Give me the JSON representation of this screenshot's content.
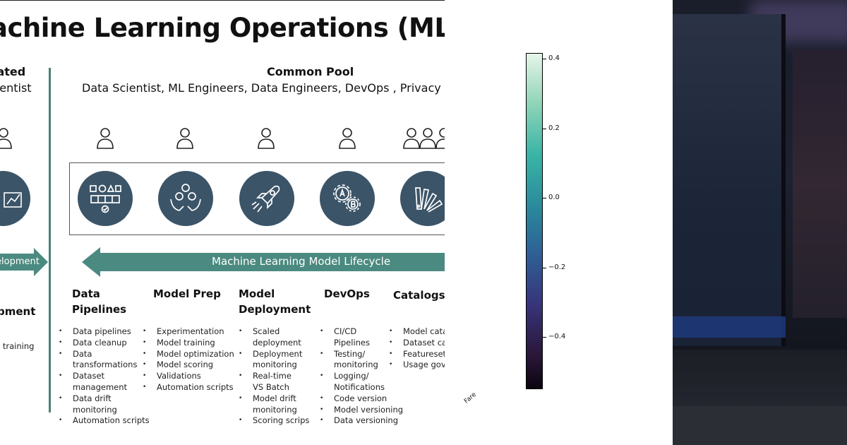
{
  "infographic": {
    "title": "achine Learning Operations (MLOps",
    "dedicated": {
      "line1": "cated",
      "line2": "cientist"
    },
    "common_pool": {
      "heading": "Common Pool",
      "roles": "Data Scientist, ML Engineers, Data Engineers, DevOps , Privacy &"
    },
    "arrows": {
      "left_label": "elopment",
      "main_label": "Machine Learning Model Lifecycle",
      "main_color": "#4b8a80"
    },
    "left_column": {
      "heading": "pment",
      "item": "l training"
    },
    "columns": [
      {
        "heading_line1": "Data",
        "heading_line2": "Pipelines",
        "items": [
          "Data pipelines",
          "Data cleanup",
          "Data",
          "transformations",
          "Dataset",
          "management",
          "Data drift",
          "monitoring",
          "Automation scripts"
        ]
      },
      {
        "heading_line1": "Model Prep",
        "heading_line2": "",
        "items": [
          "Experimentation",
          "Model training",
          "Model optimization",
          "Model scoring",
          "Validations",
          "Automation scripts"
        ]
      },
      {
        "heading_line1": "Model",
        "heading_line2": "Deployment",
        "items": [
          "Scaled",
          "deployment",
          "Deployment",
          "monitoring",
          "Real-time",
          "VS Batch",
          "Model drift",
          "monitoring",
          "Scoring scrips"
        ]
      },
      {
        "heading_line1": "DevOps",
        "heading_line2": "",
        "items": [
          "CI/CD",
          "Pipelines",
          "Testing/",
          "monitoring",
          "Logging/",
          "Notifications",
          "Code version",
          "Model versioning",
          "Data versioning"
        ]
      },
      {
        "heading_line1": "Catalogs",
        "heading_line2": "",
        "items": [
          "Model cata",
          "Dataset cat",
          "Featureset",
          "Usage gove"
        ]
      }
    ],
    "icon_circle_color": "#3b5468",
    "icons": [
      "flowchart-icon",
      "gears-hands-icon",
      "rocket-icon",
      "gear-ab-icon",
      "color-swatches-icon"
    ]
  },
  "colorbar": {
    "ticks": [
      "0.4",
      "0.2",
      "0.0",
      "−0.2",
      "−0.4"
    ],
    "colormap": "mako-like teal to black"
  },
  "axis_fragment": "Fare"
}
